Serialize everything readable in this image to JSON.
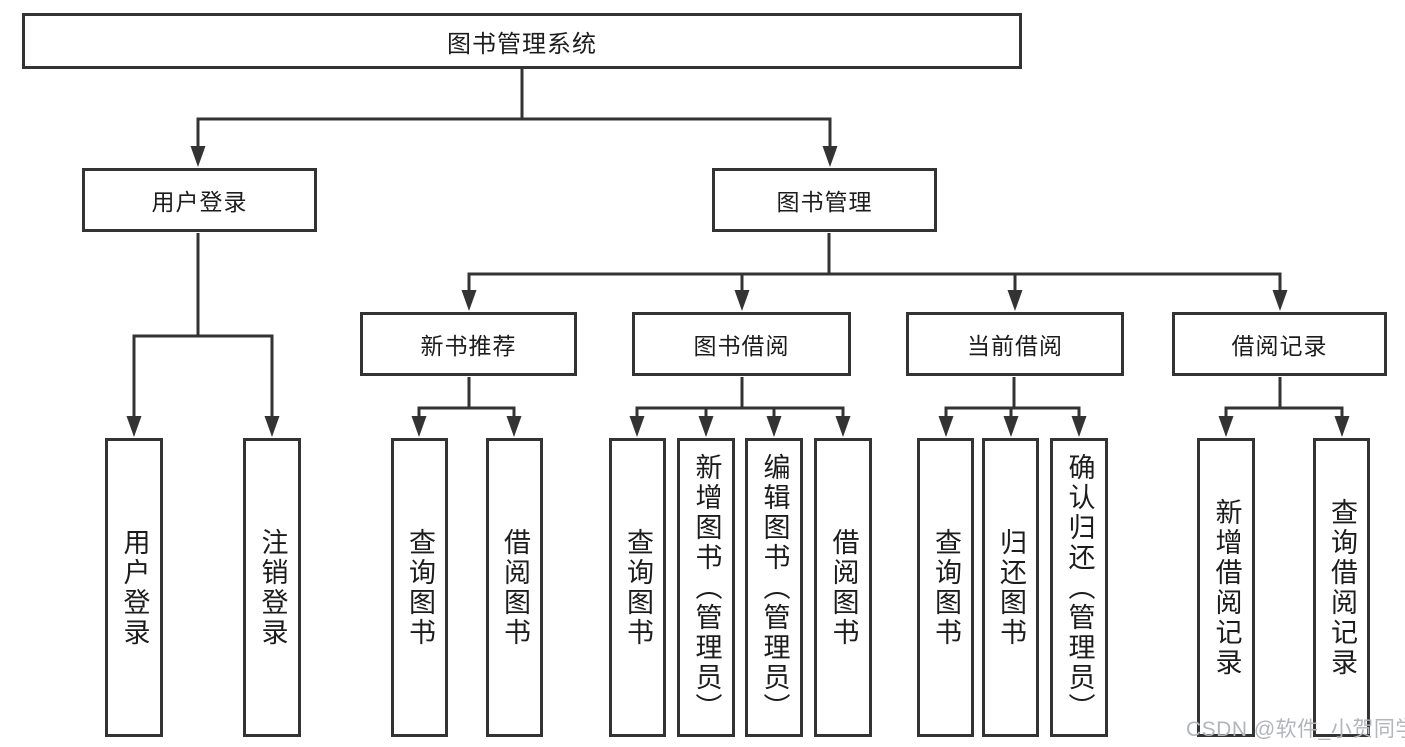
{
  "nodes": {
    "system": {
      "label": "图书管理系统"
    },
    "user_login": {
      "label": "用户登录"
    },
    "book_mgmt": {
      "label": "图书管理"
    },
    "new_book_rec": {
      "label": "新书推荐"
    },
    "book_borrow": {
      "label": "图书借阅"
    },
    "current_borrow": {
      "label": "当前借阅"
    },
    "borrow_records": {
      "label": "借阅记录"
    },
    "leaf_user_login": {
      "label": "用户登录"
    },
    "leaf_logout": {
      "label": "注销登录"
    },
    "leaf_rec_query": {
      "label": "查询图书"
    },
    "leaf_rec_borrow": {
      "label": "借阅图书"
    },
    "leaf_bb_query": {
      "label": "查询图书"
    },
    "leaf_bb_add": {
      "label": "新增图书（管理员）"
    },
    "leaf_bb_edit": {
      "label": "编辑图书（管理员）"
    },
    "leaf_bb_borrow": {
      "label": "借阅图书"
    },
    "leaf_cb_query": {
      "label": "查询图书"
    },
    "leaf_cb_return": {
      "label": "归还图书"
    },
    "leaf_cb_confirm": {
      "label": "确认归还（管理员）"
    },
    "leaf_br_add": {
      "label": "新增借阅记录"
    },
    "leaf_br_query": {
      "label": "查询借阅记录"
    }
  },
  "watermark": {
    "text": "CSDN @软件_小贺同学"
  },
  "colors": {
    "line": "#333333",
    "text": "#1c1c1c",
    "watermark": "#b2b5ba",
    "background": "#ffffff"
  }
}
